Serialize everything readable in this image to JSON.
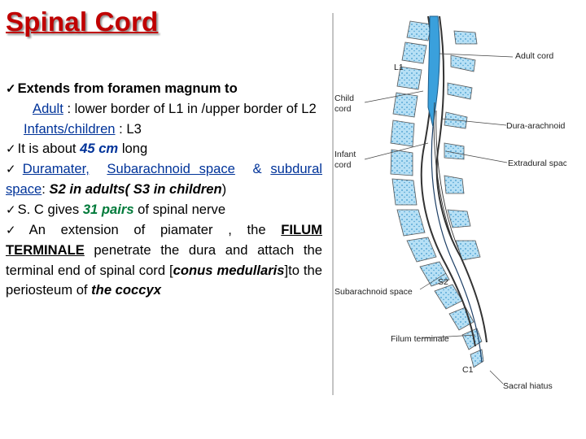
{
  "slide": {
    "title": "Spinal Cord"
  },
  "bullets": {
    "b1_text": "Extends from foramen magnum to",
    "adult_label": "Adult",
    "adult_sep": " :  ",
    "adult_value": "lower border of L1 in /upper border of L2",
    "infants_label": "Infants/children",
    "infants_value": " : L3",
    "b2_pre": "It is about ",
    "b2_value": "45 cm",
    "b2_post": " long",
    "b3_dura": "Duramater,",
    "b3_sub": "Subarachnoid space",
    "b3_amp": "&",
    "b3_subdural": "subdural space",
    "b3_colon": ": ",
    "b3_adults": "S2 in adults( S3 in children",
    "b3_close": ")",
    "b4_pre": "S. C gives ",
    "b4_value": "31 pairs",
    "b4_post": " of spinal nerve",
    "b5_pre": "An extension of piamater , the ",
    "b5_filum": "FILUM TERMINALE",
    "b5_mid": " penetrate the dura and attach the terminal end of spinal cord [",
    "b5_conus": "conus medullaris",
    "b5_mid2": "]to the periosteum of ",
    "b5_coccyx": "the coccyx"
  },
  "figure": {
    "labels": {
      "l1": "L1",
      "child_cord": "Child cord",
      "infant_cord": "Infant cord",
      "adult_cord": "Adult cord",
      "dura_arachnoid": "Dura-arachnoid",
      "extradural": "Extradural space",
      "subarachnoid": "Subarachnoid space",
      "s2": "S2",
      "filum": "Filum terminale",
      "c1": "C1",
      "sacral_hiatus": "Sacral hiatus"
    }
  },
  "colors": {
    "title": "#c00000",
    "blue_text": "#003399",
    "green_text": "#007a3a",
    "bone": "#9fd3ef",
    "cord": "#3aa0dc"
  }
}
